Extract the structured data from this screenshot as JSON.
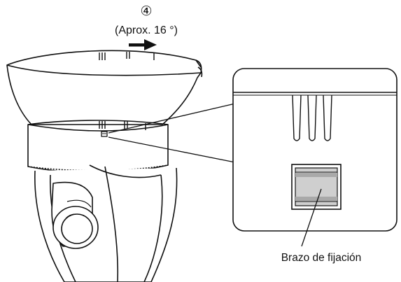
{
  "step_number": "4",
  "step_marker": "④",
  "rotation_label": "(Aprox. 16 °)",
  "callout_label": "Brazo de fijación",
  "colors": {
    "line": "#111111",
    "background": "#ffffff",
    "lever_fill": "#cfcfcf",
    "lever_shade": "#a9a9a9"
  },
  "icons": {
    "rotation_arrow": "right-arrow-icon"
  }
}
